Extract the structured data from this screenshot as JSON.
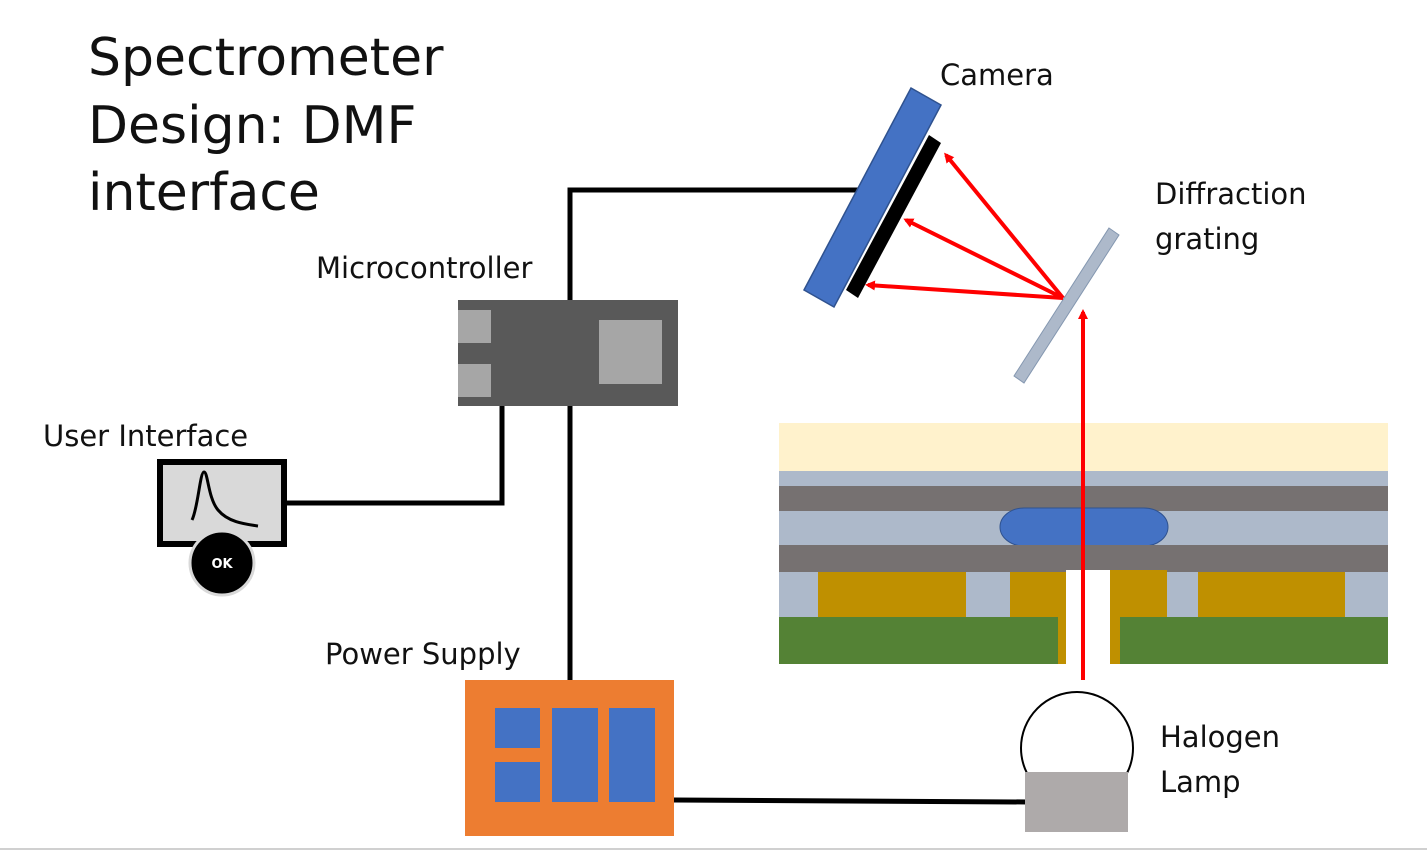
{
  "title": {
    "line1": "Spectrometer",
    "line2": "Design: DMF",
    "line3": "interface"
  },
  "labels": {
    "camera": "Camera",
    "diffraction_line1": "Diffraction",
    "diffraction_line2": "grating",
    "microcontroller": "Microcontroller",
    "user_interface": "User Interface",
    "ok_button": "OK",
    "power_supply": "Power Supply",
    "halogen_line1": "Halogen",
    "halogen_line2": "Lamp"
  },
  "colors": {
    "camera_body": "#4472c4",
    "camera_sensor": "#000000",
    "grating": "#adb9ca",
    "light_ray": "#ff0000",
    "microcontroller": "#595959",
    "microcontroller_pads": "#a6a6a6",
    "power_supply": "#ed7d31",
    "power_supply_cells": "#4472c4",
    "lamp_base": "#aeaaaa",
    "chip_top": "#fff2cc",
    "chip_gray": "#767171",
    "chip_layer": "#adb9ca",
    "droplet": "#4472c4",
    "electrode": "#bf9000",
    "substrate": "#548235",
    "wire": "#000000"
  }
}
